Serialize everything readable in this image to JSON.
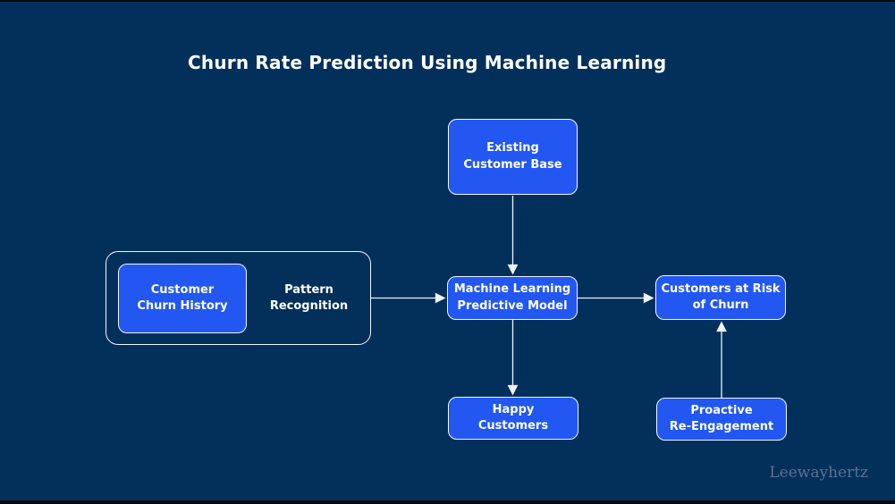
{
  "title": "Churn Rate Prediction Using Machine Learning",
  "watermark": "Leewayhertz",
  "palette": {
    "bg": "#03305b",
    "node_fill": "#2257f1",
    "node_border": "#f2f6fc",
    "arrow": "#eef2f8",
    "title_color": "#ffffff",
    "watermark_color": "#5a7090"
  },
  "nodes": {
    "existing": {
      "label": "Existing\nCustomer Base"
    },
    "churn_history": {
      "label": "Customer\nChurn History"
    },
    "pattern": {
      "label": "Pattern\nRecognition"
    },
    "model": {
      "label": "Machine Learning\nPredictive Model"
    },
    "risk": {
      "label": "Customers at Risk\nof Churn"
    },
    "happy": {
      "label": "Happy\nCustomers"
    },
    "proactive": {
      "label": "Proactive\nRe-Engagement"
    }
  },
  "edges": [
    {
      "from": "existing-customer-base",
      "to": "machine-learning-predictive-model"
    },
    {
      "from": "pattern-recognition-group",
      "to": "machine-learning-predictive-model"
    },
    {
      "from": "machine-learning-predictive-model",
      "to": "customers-at-risk-of-churn"
    },
    {
      "from": "machine-learning-predictive-model",
      "to": "happy-customers"
    },
    {
      "from": "proactive-re-engagement",
      "to": "customers-at-risk-of-churn"
    }
  ]
}
